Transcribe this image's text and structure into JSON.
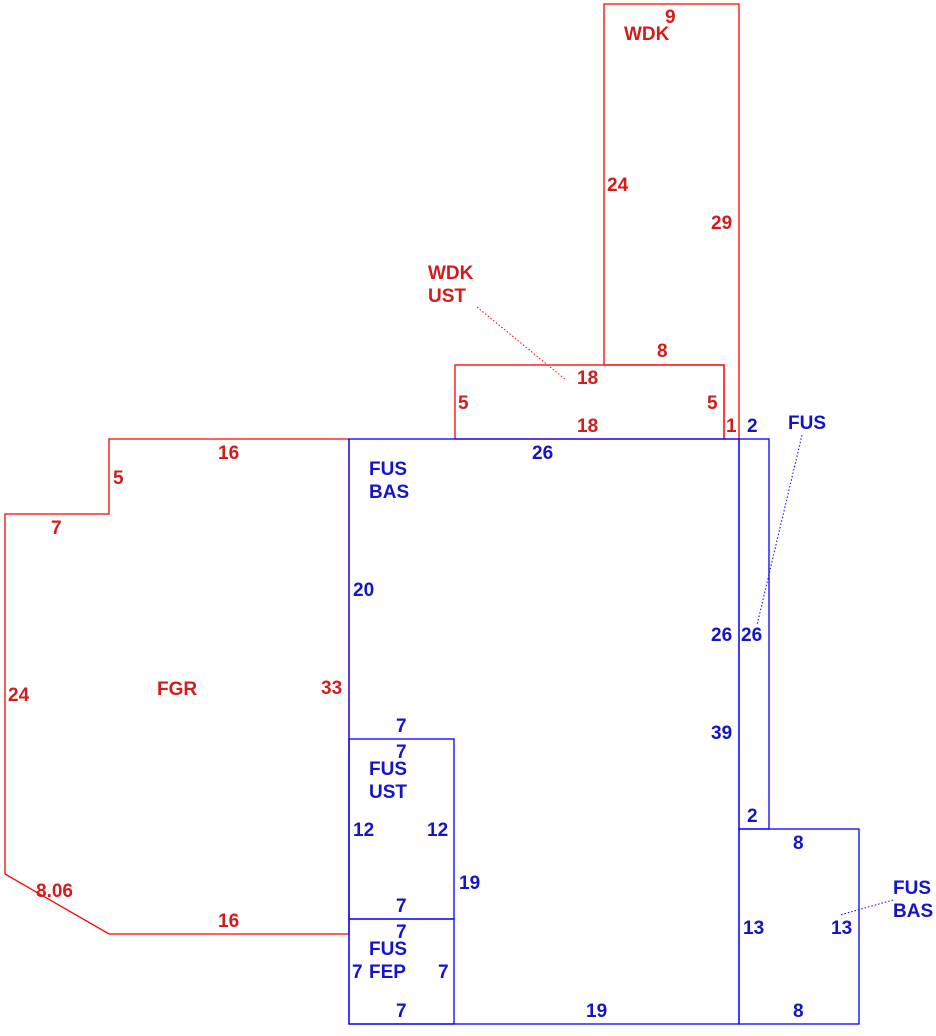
{
  "colors": {
    "red": "#ff0000",
    "red_text": "#d41c1c",
    "blue": "#0000ff",
    "blue_text": "#1414c8"
  },
  "areas": {
    "wdk_top": "WDK",
    "wdk_ust": [
      "WDK",
      "UST"
    ],
    "fgr": "FGR",
    "fus_bas_main": [
      "FUS",
      "BAS"
    ],
    "fus_right": "FUS",
    "fus_ust": [
      "FUS",
      "UST"
    ],
    "fus_fep": [
      "FUS",
      "FEP"
    ],
    "fus_bas_right": [
      "FUS",
      "BAS"
    ]
  },
  "dimensions": {
    "wdk_top": "9",
    "wdk_left": "24",
    "wdk_right": "29",
    "wdk_bottom": "8",
    "ust_top": "18",
    "ust_left": "5",
    "ust_right": "5",
    "ust_bottom": "18",
    "ust_one": "1",
    "fgr_top": "16",
    "fgr_step": "5",
    "fgr_step_h": "7",
    "fgr_left": "24",
    "fgr_right": "33",
    "fgr_diag": "8.06",
    "fgr_bottom": "16",
    "bas_top": "26",
    "bas_left": "20",
    "bas_right": "26",
    "bas_right2": "39",
    "bas_bottom": "19",
    "fus_top": "2",
    "fus_side": "26",
    "fus_bottom": "2",
    "fust_top_out": "7",
    "fust_top_in": "7",
    "fust_left": "12",
    "fust_right": "12",
    "fust_outer": "19",
    "fust_bottom_out": "7",
    "fust_bottom_in": "7",
    "fep_left": "7",
    "fep_right": "7",
    "fep_bottom": "7",
    "basr_top": "8",
    "basr_left": "13",
    "basr_right": "13",
    "basr_bottom": "8"
  }
}
